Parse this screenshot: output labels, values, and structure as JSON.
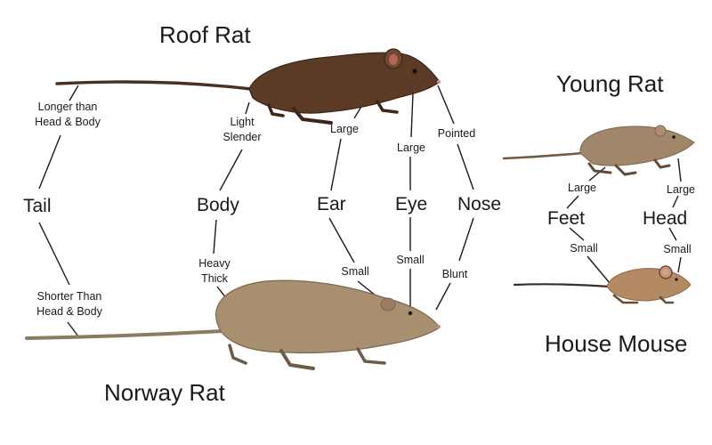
{
  "titles": {
    "roof_rat": "Roof Rat",
    "norway_rat": "Norway Rat",
    "young_rat": "Young Rat",
    "house_mouse": "House Mouse"
  },
  "features": {
    "tail": "Tail",
    "body": "Body",
    "ear": "Ear",
    "eye": "Eye",
    "nose": "Nose",
    "feet": "Feet",
    "head": "Head"
  },
  "roof_rat_traits": {
    "tail_line1": "Longer than",
    "tail_line2": "Head & Body",
    "body_line1": "Light",
    "body_line2": "Slender",
    "ear": "Large",
    "eye": "Large",
    "nose": "Pointed"
  },
  "norway_rat_traits": {
    "tail_line1": "Shorter Than",
    "tail_line2": "Head & Body",
    "body_line1": "Heavy",
    "body_line2": "Thick",
    "ear": "Small",
    "eye": "Small",
    "nose": "Blunt"
  },
  "young_rat_traits": {
    "feet": "Large",
    "head": "Large"
  },
  "house_mouse_traits": {
    "feet": "Small",
    "head": "Small"
  },
  "colors": {
    "roof_rat_fur": "#5b3a26",
    "norway_rat_fur": "#a88f70",
    "young_rat_fur": "#a0876a",
    "house_mouse_fur": "#b48a64",
    "connector": "#1a1a1a"
  }
}
